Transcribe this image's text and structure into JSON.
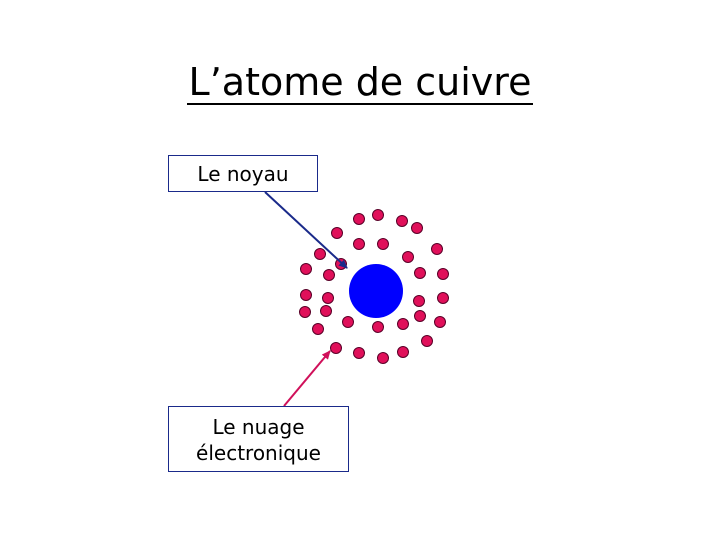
{
  "title": "L’atome de cuivre",
  "labels": {
    "nucleus": "Le noyau",
    "cloud_line1": "Le nuage",
    "cloud_line2": "électronique"
  },
  "colors": {
    "nucleus": "#0000ff",
    "electron": "#e0105a",
    "electron_outline": "#5a0028",
    "nucleus_arrow": "#1a2a8a",
    "cloud_arrow": "#d0105a",
    "box_border": "#1a2a8a"
  }
}
